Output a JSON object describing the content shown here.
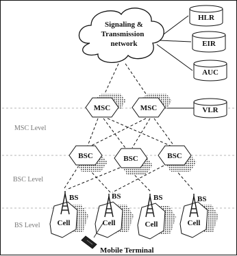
{
  "network": {
    "cloud_line1": "Signaling &",
    "cloud_line2": "Transmission",
    "cloud_line3": "network"
  },
  "databases": [
    "HLR",
    "EIR",
    "AUC",
    "VLR"
  ],
  "msc_nodes": [
    "MSC",
    "MSC"
  ],
  "bsc_nodes": [
    "BSC",
    "BSC",
    "BSC"
  ],
  "cells": [
    "Cell",
    "Cell",
    "Cell",
    "Cell"
  ],
  "bs_labels": [
    "BS",
    "BS",
    "BS",
    "BS"
  ],
  "levels": [
    "MSC Level",
    "BSC Level",
    "BS Level"
  ],
  "mobile_terminal_label": "Mobile Terminal",
  "colors": {
    "line": "#111111",
    "level_divider": "#b5b5b5",
    "level_text": "#777777",
    "hex_fill": "#ffffff",
    "shadow_hatch": "#444444"
  }
}
